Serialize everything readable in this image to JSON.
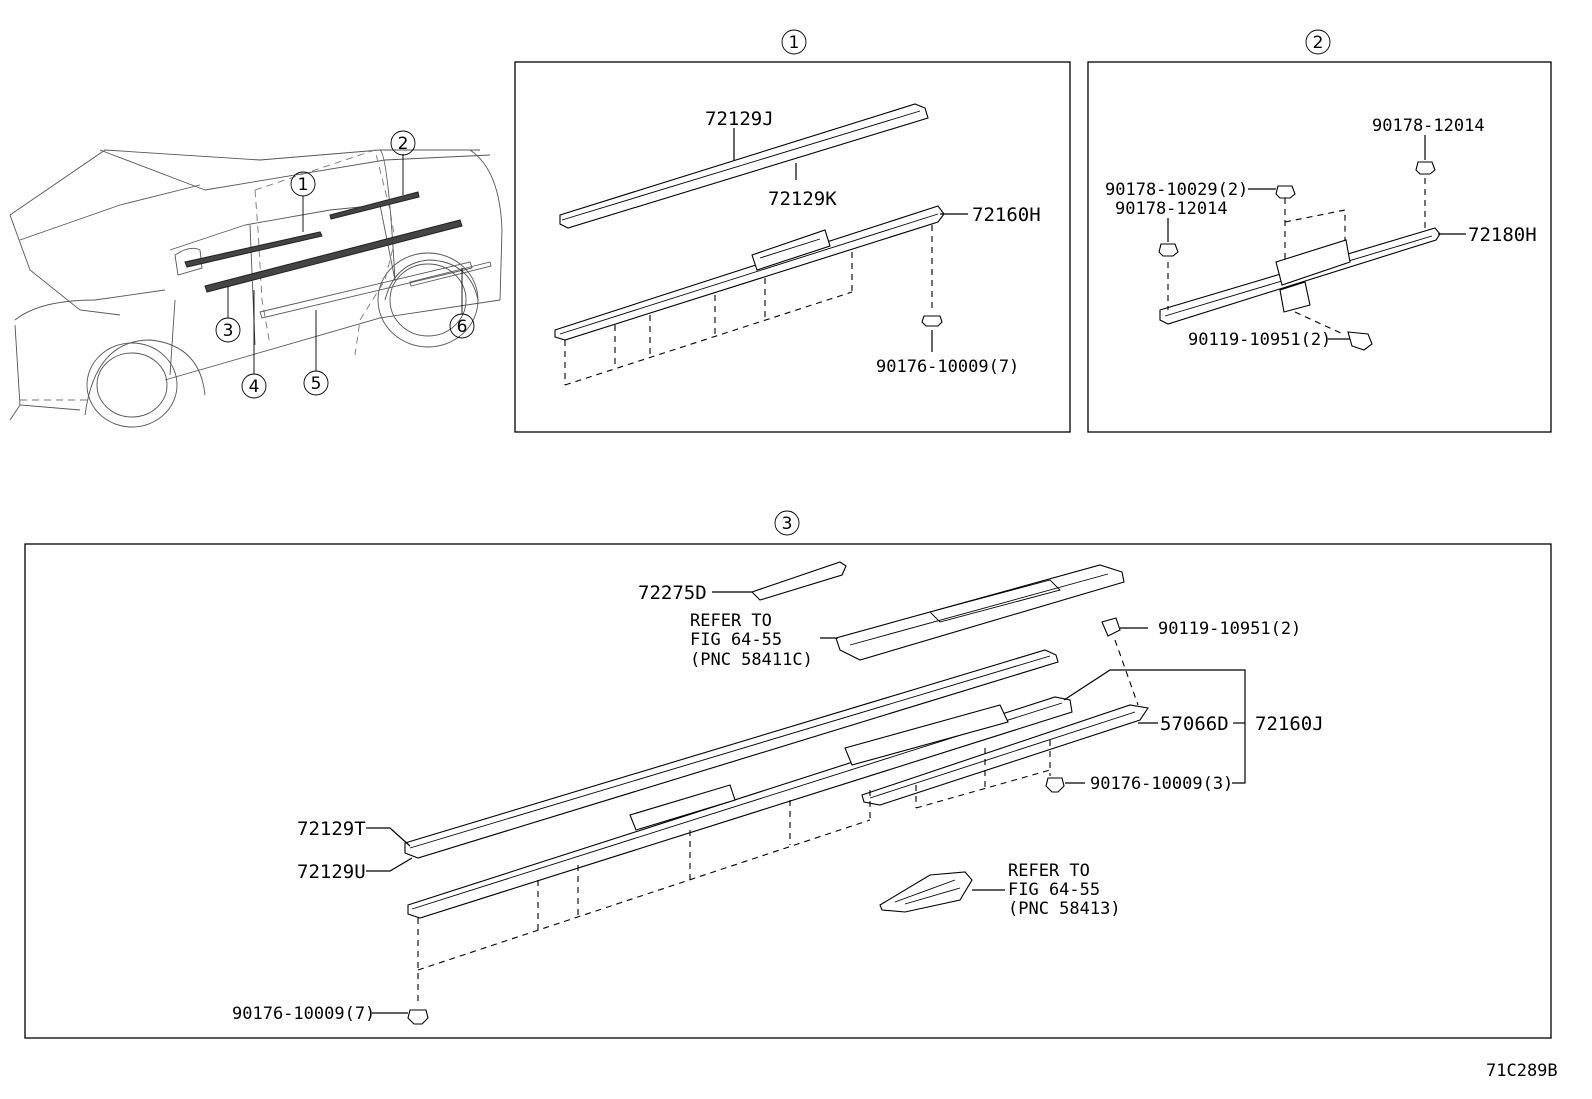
{
  "diagram": {
    "figure_code": "71C289B",
    "callouts": [
      "1",
      "2",
      "3",
      "4",
      "5",
      "6"
    ],
    "panel1": {
      "title": "1",
      "parts": {
        "p72129J": "72129J",
        "p72129K": "72129K",
        "p72160H": "72160H",
        "p90176_7": "90176-10009(7)"
      }
    },
    "panel2": {
      "title": "2",
      "parts": {
        "p90178_12014_top": "90178-12014",
        "p90178_10029": "90178-10029(2)",
        "p90178_12014_left": "90178-12014",
        "p72180H": "72180H",
        "p90119_2": "90119-10951(2)"
      }
    },
    "panel3": {
      "title": "3",
      "parts": {
        "p72275D": "72275D",
        "refer1_line1": "REFER TO",
        "refer1_line2": "FIG 64-55",
        "refer1_line3": "(PNC 58411C)",
        "p90119_2": "90119-10951(2)",
        "p57066D": "57066D",
        "p72160J": "72160J",
        "p90176_3": "90176-10009(3)",
        "p72129T": "72129T",
        "p72129U": "72129U",
        "refer2_line1": "REFER TO",
        "refer2_line2": "FIG 64-55",
        "refer2_line3": "(PNC 58413)",
        "p90176_7": "90176-10009(7)"
      }
    }
  }
}
